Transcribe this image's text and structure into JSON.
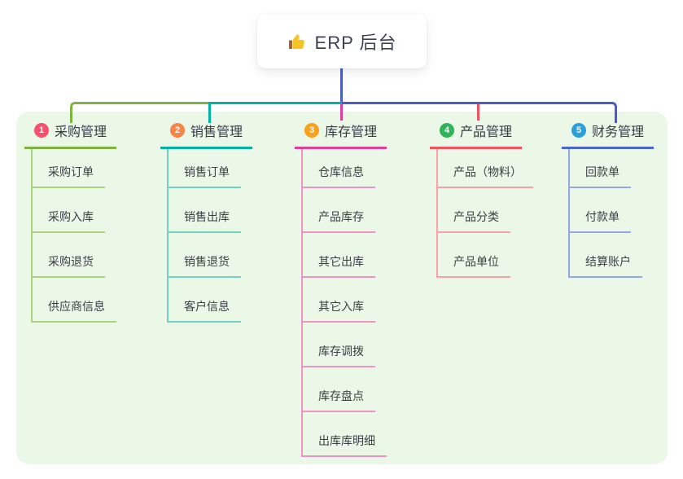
{
  "root": {
    "label": "ERP 后台",
    "icon": "thumbs-up-icon"
  },
  "colors": {
    "root_connector": "#4a5cc8",
    "panel_bg": "#ebf7e7",
    "card_bg": "#ffffff",
    "title_text": "#363b45",
    "child_text": "#3c4046"
  },
  "branches": [
    {
      "num": "1",
      "label": "采购管理",
      "badge_color": "#f4516c",
      "line_color": "#7db43f",
      "line_light": "#abd183",
      "children": [
        "采购订单",
        "采购入库",
        "采购退货",
        "供应商信息"
      ]
    },
    {
      "num": "2",
      "label": "销售管理",
      "badge_color": "#f78545",
      "line_color": "#00b2a3",
      "line_light": "#72d0c5",
      "children": [
        "销售订单",
        "销售出库",
        "销售退货",
        "客户信息"
      ]
    },
    {
      "num": "3",
      "label": "库存管理",
      "badge_color": "#f9a11c",
      "line_color": "#e03e98",
      "line_light": "#ef93c6",
      "children": [
        "仓库信息",
        "产品库存",
        "其它出库",
        "其它入库",
        "库存调拨",
        "库存盘点",
        "出库库明细"
      ]
    },
    {
      "num": "4",
      "label": "产品管理",
      "badge_color": "#30b45a",
      "line_color": "#f4515f",
      "line_light": "#f9a0a8",
      "children": [
        "产品（物料）",
        "产品分类",
        "产品单位"
      ]
    },
    {
      "num": "5",
      "label": "财务管理",
      "badge_color": "#2b9fd9",
      "line_color": "#4a66d2",
      "line_light": "#94a7e6",
      "children": [
        "回款单",
        "付款单",
        "结算账户"
      ]
    }
  ]
}
